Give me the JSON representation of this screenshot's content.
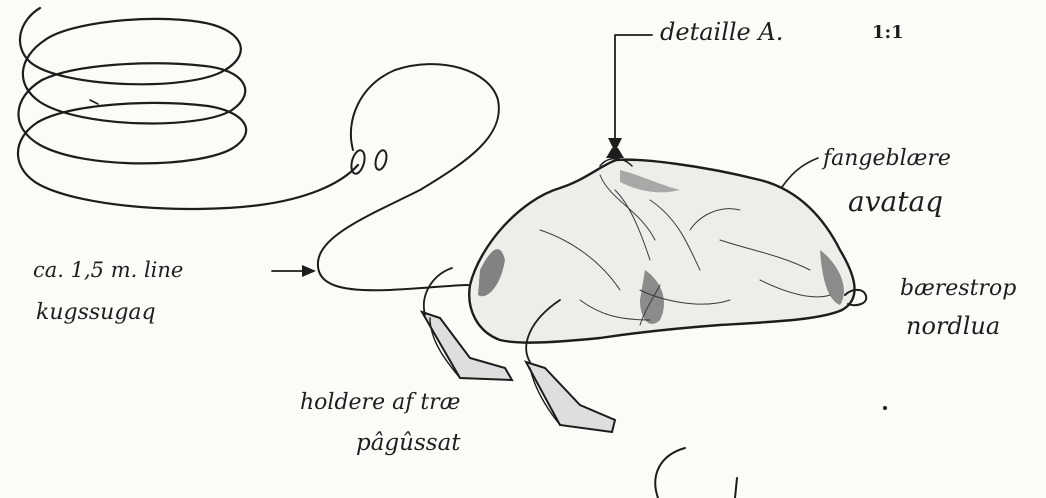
{
  "labels": {
    "detail": "detaille A.",
    "scale": "1:1",
    "bladder_danish": "fangeblære",
    "bladder_greenlandic": "avataq",
    "line_danish": "ca. 1,5 m. line",
    "line_greenlandic": "kugssugaq",
    "strap_danish": "bærestrop",
    "strap_greenlandic": "nordlua",
    "holder_danish": "holdere af træ",
    "holder_greenlandic": "pâgûssat"
  }
}
